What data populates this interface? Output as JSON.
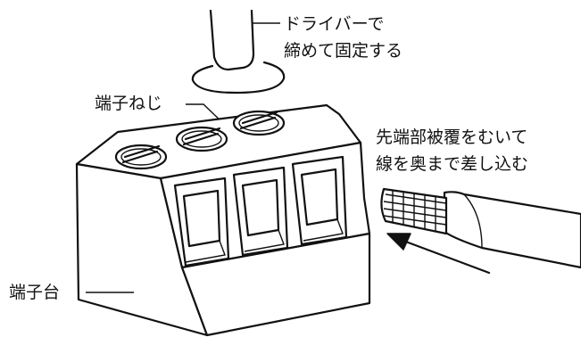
{
  "labels": {
    "screwdriver_line1": "ドライバーで",
    "screwdriver_line2": "締めて固定する",
    "terminal_screw": "端子ねじ",
    "strip_line1": "先端部被覆をむいて",
    "strip_line2": "線を奥まで差し込む",
    "terminal_block": "端子台"
  },
  "colors": {
    "ink": "#111111",
    "paper": "#ffffff"
  },
  "icons": {
    "screwdriver": "screwdriver-icon",
    "screw": "slotted-screw-icon",
    "wire": "stripped-wire-icon",
    "arrow": "insert-arrow-icon"
  }
}
